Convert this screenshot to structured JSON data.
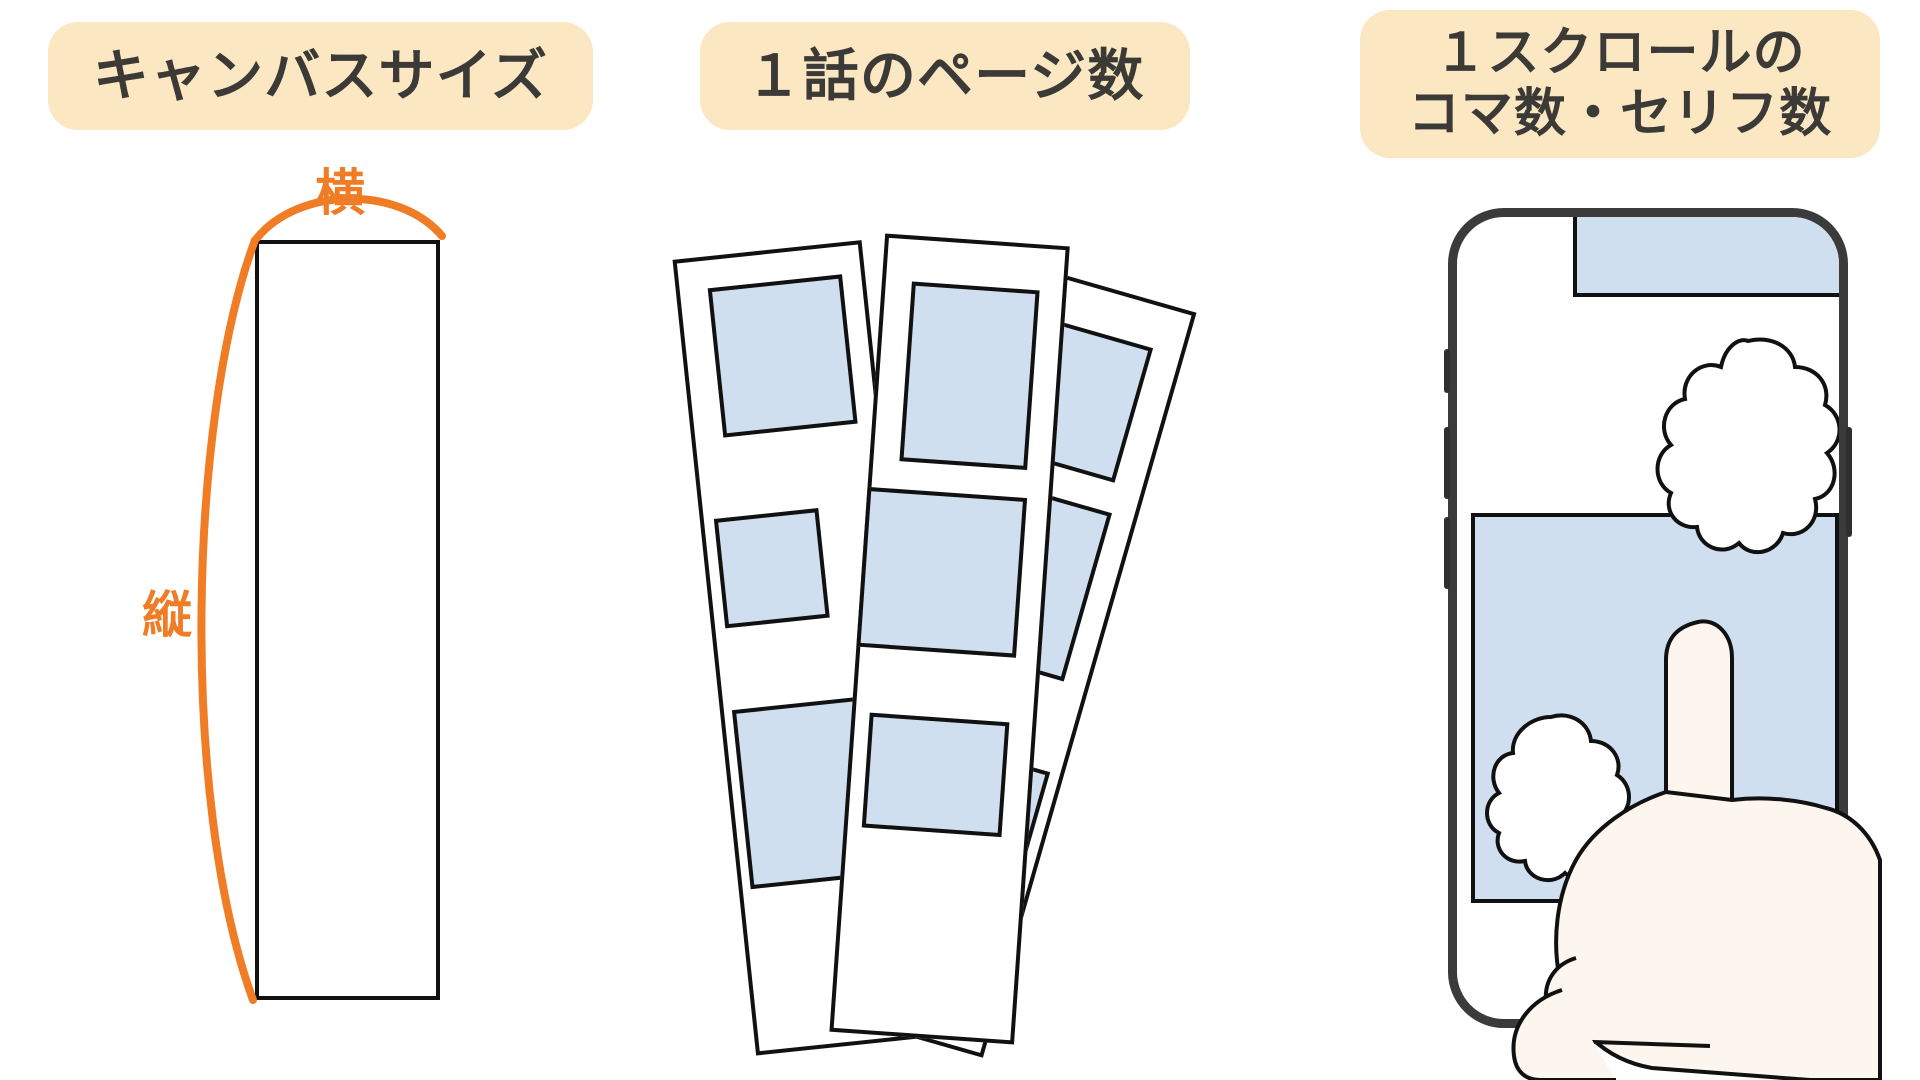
{
  "document": {
    "kind": "webtoon-production-spec-illustration",
    "background_color": "#ffffff"
  },
  "palette": {
    "pill_background": "#fbe7c2",
    "text_dark": "#3b3a37",
    "accent_orange": "#f07d26",
    "panel_blue": "#cfdff0",
    "stroke_black": "#111111",
    "phone_frame": "#3b3b3b",
    "skin": "#fdf6ef"
  },
  "sections": [
    {
      "id": "canvas-size",
      "pill_label": "キャンバスサイズ",
      "figure": "tall-vertical-canvas-rectangle",
      "annotations": [
        {
          "id": "width",
          "text": "横",
          "position": "top",
          "color": "#f07d26"
        },
        {
          "id": "height",
          "text": "縦",
          "position": "left",
          "color": "#f07d26"
        }
      ]
    },
    {
      "id": "pages-per-episode",
      "pill_label": "１話のページ数",
      "figure": "three-overlapping-tall-page-strips",
      "strip_count": 3,
      "panels_per_strip": [
        3,
        3,
        3
      ]
    },
    {
      "id": "panels-and-lines-per-scroll",
      "pill_label": "１スクロールの\nコマ数・セリフ数",
      "figure": "smartphone-with-finger-scrolling",
      "phone": {
        "notch": true,
        "side_buttons": [
          "mute-switch",
          "volume-up",
          "volume-down",
          "power"
        ],
        "screen_panels": 2,
        "speech_bubbles": 2
      }
    }
  ],
  "icons": {
    "arc_width": "orange-arc-width-measure",
    "arc_height": "orange-arc-height-measure",
    "speech_bubble": "cloud-speech-bubble",
    "hand": "pointing-hand-finger"
  }
}
